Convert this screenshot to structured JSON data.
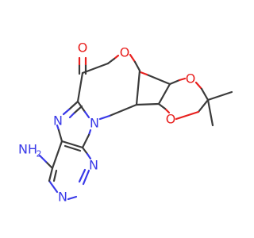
{
  "molecule": {
    "atoms": [
      {
        "id": "o_bridge",
        "symbol": "O",
        "color": "#e8201e"
      },
      {
        "id": "o_carbonyl",
        "symbol": "O",
        "color": "#e8201e"
      },
      {
        "id": "o_dioxolane_1",
        "symbol": "O",
        "color": "#e8201e"
      },
      {
        "id": "o_dioxolane_2",
        "symbol": "O",
        "color": "#e8201e"
      },
      {
        "id": "n_imidazole_1",
        "symbol": "N",
        "color": "#3a3ae8"
      },
      {
        "id": "n_imidazole_2",
        "symbol": "N",
        "color": "#3a3ae8"
      },
      {
        "id": "n_pyrimidine_1",
        "symbol": "N",
        "color": "#3a3ae8"
      },
      {
        "id": "n_pyrimidine_2",
        "symbol": "N",
        "color": "#3a3ae8"
      },
      {
        "id": "amino_nh",
        "symbol": "NH",
        "color": "#3a3ae8"
      },
      {
        "id": "amino_h2",
        "symbol": "2",
        "color": "#3a3ae8"
      }
    ]
  }
}
